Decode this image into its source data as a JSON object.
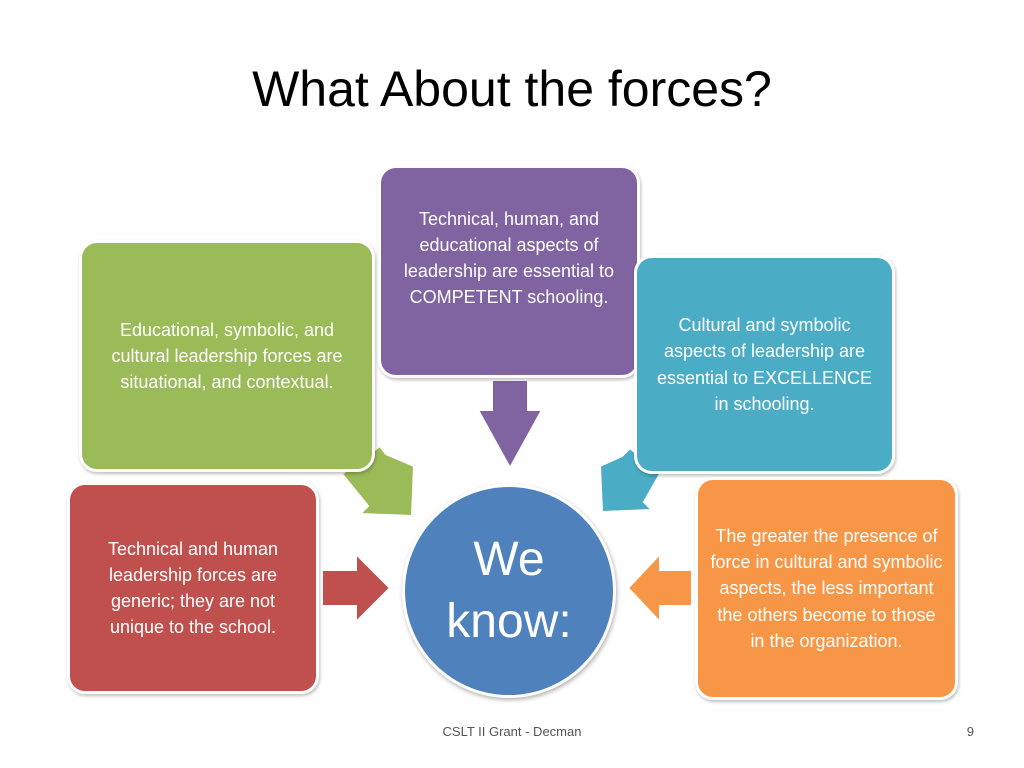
{
  "slide": {
    "title": "What About the forces?",
    "footer": "CSLT II Grant - Decman",
    "page_number": "9"
  },
  "diagram": {
    "center": {
      "text": "We know:",
      "color": "#4f81bd"
    },
    "nodes": {
      "green": {
        "text": "Educational, symbolic, and cultural leadership forces are situational, and contextual.",
        "color": "#9bbb59"
      },
      "purple": {
        "text": "Technical, human, and educational aspects of leadership are essential to COMPETENT schooling.",
        "color": "#8064a2"
      },
      "teal": {
        "text": "Cultural and symbolic aspects of leadership are essential to EXCELLENCE in schooling.",
        "color": "#4bacc6"
      },
      "red": {
        "text": "Technical and human leadership forces are generic; they are not unique to the school.",
        "color": "#c0504d"
      },
      "orange": {
        "text": "The greater the presence of force in cultural and symbolic aspects, the less important the others become to those in the organization.",
        "color": "#f79646"
      }
    }
  }
}
